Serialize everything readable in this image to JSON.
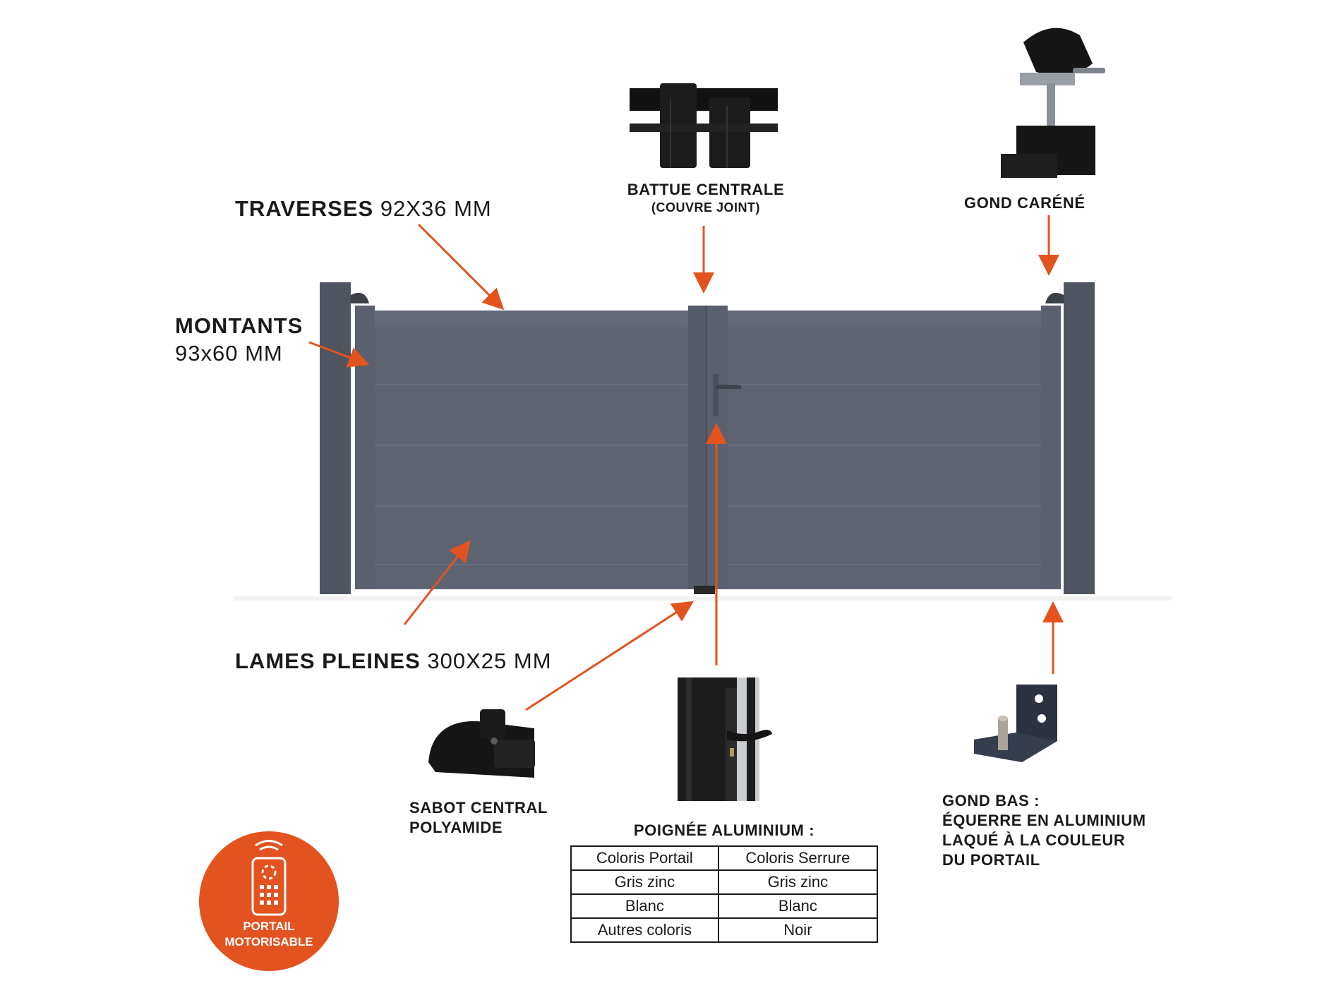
{
  "colors": {
    "accent": "#e2531f",
    "gate": "#5d6370",
    "ink": "#1a1a1a"
  },
  "labels": {
    "traverses_bold": "TRAVERSES",
    "traverses_dim": "92X36 MM",
    "montants_bold": "MONTANTS",
    "montants_dim": "93x60 MM",
    "lames_bold": "LAMES PLEINES",
    "lames_dim": "300X25 MM",
    "battue_line1": "BATTUE CENTRALE",
    "battue_line2": "(COUVRE JOINT)",
    "gond_carene": "GOND CARÉNÉ",
    "sabot_line1": "SABOT CENTRAL",
    "sabot_line2": "POLYAMIDE",
    "poignee_title": "POIGNÉE ALUMINIUM :",
    "gond_bas_line1": "GOND BAS :",
    "gond_bas_line2": "ÉQUERRE EN ALUMINIUM",
    "gond_bas_line3": "LAQUÉ À LA COULEUR",
    "gond_bas_line4": "DU PORTAIL"
  },
  "table": {
    "headers": [
      "Coloris Portail",
      "Coloris Serrure"
    ],
    "rows": [
      [
        "Gris zinc",
        "Gris zinc"
      ],
      [
        "Blanc",
        "Blanc"
      ],
      [
        "Autres coloris",
        "Noir"
      ]
    ]
  },
  "badge": {
    "line1": "PORTAIL",
    "line2": "MOTORISABLE",
    "icon": "remote-control-icon"
  }
}
